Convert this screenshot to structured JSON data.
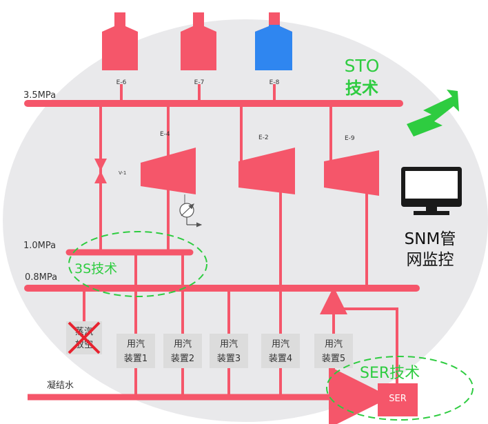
{
  "colors": {
    "pipe": "#f5566a",
    "boiler_red": "#f5566a",
    "boiler_blue": "#2f86f0",
    "tech_green": "#2ecc40",
    "background_oval": "#e9e9eb",
    "box_gray": "#dcdcdc",
    "monitor": "#1a1a1a"
  },
  "boilers": [
    {
      "id": "E-6",
      "color": "boiler_red"
    },
    {
      "id": "E-7",
      "color": "boiler_red"
    },
    {
      "id": "E-8",
      "color": "boiler_blue"
    }
  ],
  "turbines": [
    {
      "id": "E-4"
    },
    {
      "id": "E-2"
    },
    {
      "id": "E-9"
    }
  ],
  "valve": {
    "id": "V-1"
  },
  "pressures": {
    "high": "3.5MPa",
    "mid": "1.0MPa",
    "low": "0.8MPa"
  },
  "technologies": {
    "sto_line1": "STO",
    "sto_line2": "技术",
    "three_s": "3S技术",
    "ser": "SER技术",
    "snm_line1": "SNM管",
    "snm_line2": "网监控"
  },
  "vent": {
    "line1": "蒸汽",
    "line2": "放空"
  },
  "units": [
    {
      "line1": "用汽",
      "line2": "装置1"
    },
    {
      "line1": "用汽",
      "line2": "装置2"
    },
    {
      "line1": "用汽",
      "line2": "装置3"
    },
    {
      "line1": "用汽",
      "line2": "装置4"
    },
    {
      "line1": "用汽",
      "line2": "装置5"
    }
  ],
  "condensate_label": "凝结水",
  "ser_box_label": "SER"
}
